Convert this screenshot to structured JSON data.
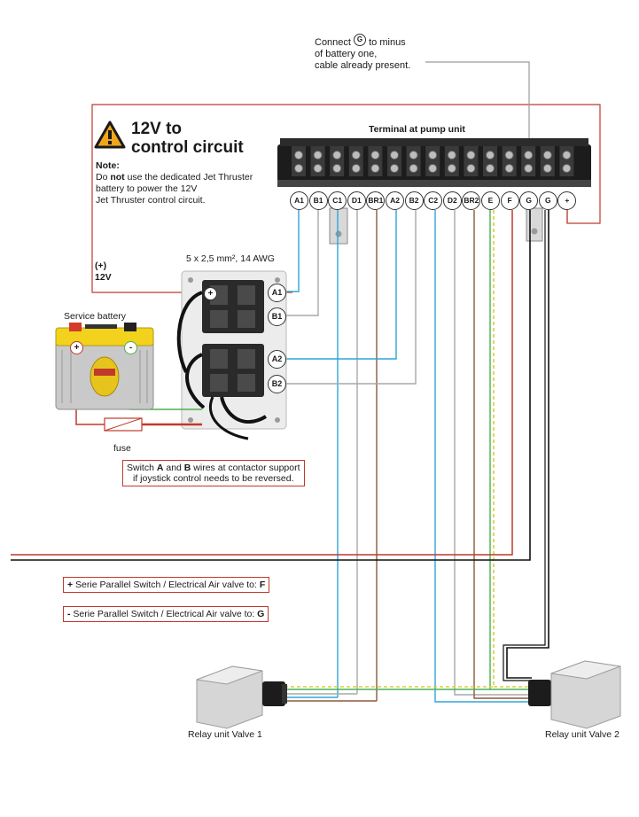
{
  "connect_note": {
    "line1_pre": "Connect",
    "line1_post": "to minus",
    "line2": "of battery one,",
    "line3": "cable already present.",
    "g_glyph": "G"
  },
  "warning": {
    "title_line1": "12V to",
    "title_line2": "control circuit",
    "note_label": "Note:",
    "line1_pre": "Do ",
    "line1_bold": "not",
    "line1_post": " use the dedicated Jet Thruster",
    "line2": "battery to power the 12V",
    "line3": "Jet Thruster control circuit."
  },
  "terminal_title": "Terminal at pump unit",
  "terminal_labels": [
    "A1",
    "B1",
    "C1",
    "D1",
    "BR1",
    "A2",
    "B2",
    "C2",
    "D2",
    "BR2",
    "E",
    "F",
    "G",
    "G",
    "+"
  ],
  "plus_12v": {
    "line1": "(+)",
    "line2": "12V"
  },
  "cable_spec": "5 x 2,5 mm², 14 AWG",
  "contactor_labels": [
    "+",
    "A1",
    "B1",
    "A2",
    "B2"
  ],
  "battery": {
    "label": "Service battery",
    "plus": "+",
    "minus": "-"
  },
  "fuse_label": "fuse",
  "switch_note": {
    "pre": "Switch ",
    "a": "A",
    "mid": " and ",
    "b": "B",
    "post": " wires at contactor support",
    "line2": "if joystick control needs to be reversed."
  },
  "serie_plus": {
    "sign": "+",
    "text": " Serie Parallel Switch / Electrical Air valve to: ",
    "target": "F"
  },
  "serie_minus": {
    "sign": "-",
    "text": " Serie Parallel Switch / Electrical Air valve to: ",
    "target": "G"
  },
  "relay1": "Relay unit Valve 1",
  "relay2": "Relay unit Valve 2",
  "colors": {
    "red": "#c0392b",
    "blue": "#2fa6d9",
    "grey": "#a8a8a8",
    "brown": "#8b5a3c",
    "black": "#111111",
    "yellow": "#d8cf3a",
    "green": "#4caf50"
  }
}
